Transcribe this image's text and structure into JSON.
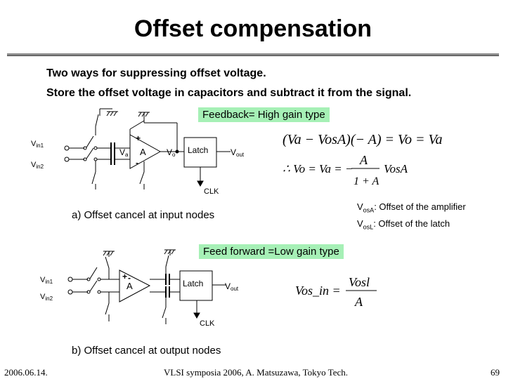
{
  "title": "Offset compensation",
  "bullets": [
    "Two ways for suppressing offset voltage.",
    "Store the offset voltage in capacitors and subtract it from the signal."
  ],
  "feedback_label": "Feedback= High gain type",
  "feedforward_label": "Feed forward =Low gain type",
  "circuit_a": {
    "vin1_main": "V",
    "vin1_sub": "in1",
    "vin2_main": "V",
    "vin2_sub": "in2",
    "va_main": "V",
    "va_sub": "a",
    "amp": "A",
    "plus": "+",
    "minus": "-",
    "vo_main": "V",
    "vo_sub": "o",
    "latch": "Latch",
    "vout_main": "V",
    "vout_sub": "out",
    "clk": "CLK",
    "caption": "a) Offset cancel at input nodes"
  },
  "legend": [
    {
      "main": "V",
      "sub": "osA",
      "text": ": Offset of the amplifier"
    },
    {
      "main": "V",
      "sub": "osL",
      "text": ": Offset of the latch"
    }
  ],
  "circuit_b": {
    "vin1_main": "V",
    "vin1_sub": "in1",
    "vin2_main": "V",
    "vin2_sub": "in2",
    "amp": "A",
    "plus": "+",
    "minus": "-",
    "latch": "Latch",
    "vout_main": "V",
    "vout_sub": "out",
    "clk": "CLK",
    "caption": "b) Offset cancel at output nodes"
  },
  "equations": {
    "eq1": "(Va − VosA)(− A) = Vo = Va",
    "eq2_lhs": "∴ Vo = Va = −",
    "eq2_num": "A",
    "eq2_den": "1 + A",
    "eq2_tail": "VosA",
    "eq3_lhs": "Vos_in =",
    "eq3_num": "Vosl",
    "eq3_den": "A"
  },
  "footer": {
    "date": "2006.06.14.",
    "venue": "VLSI symposia 2006,  A. Matsuzawa, Tokyo Tech.",
    "page": "69"
  },
  "colors": {
    "highlight": "#a6f0b6",
    "rule": "#8a8a8a",
    "eq_gray": "#888888"
  }
}
